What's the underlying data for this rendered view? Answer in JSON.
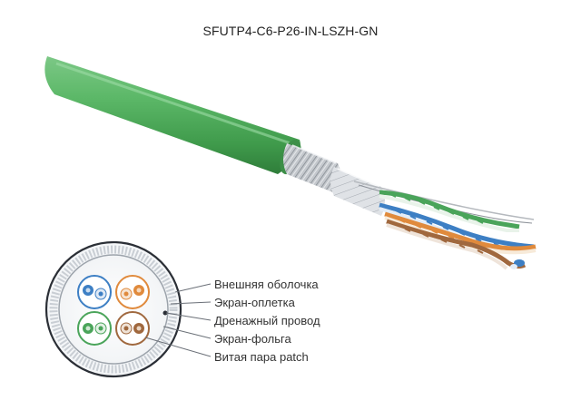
{
  "title": "SFUTP4-C6-P26-IN-LSZH-GN",
  "colors": {
    "jacket": "#4aaa55",
    "braid": "#b9bec4",
    "foil": "#d8dbe0",
    "pair_blue": "#3d7fc4",
    "pair_orange": "#e08a3c",
    "pair_green": "#4aa45a",
    "pair_brown": "#a0683e"
  },
  "icons": [
    "cable-photo",
    "cross-section-diagram"
  ],
  "legend": [
    {
      "label": "Внешняя оболочка"
    },
    {
      "label": "Экран-оплетка"
    },
    {
      "label": "Дренажный провод"
    },
    {
      "label": "Экран-фольга"
    },
    {
      "label": "Витая пара patch"
    }
  ]
}
